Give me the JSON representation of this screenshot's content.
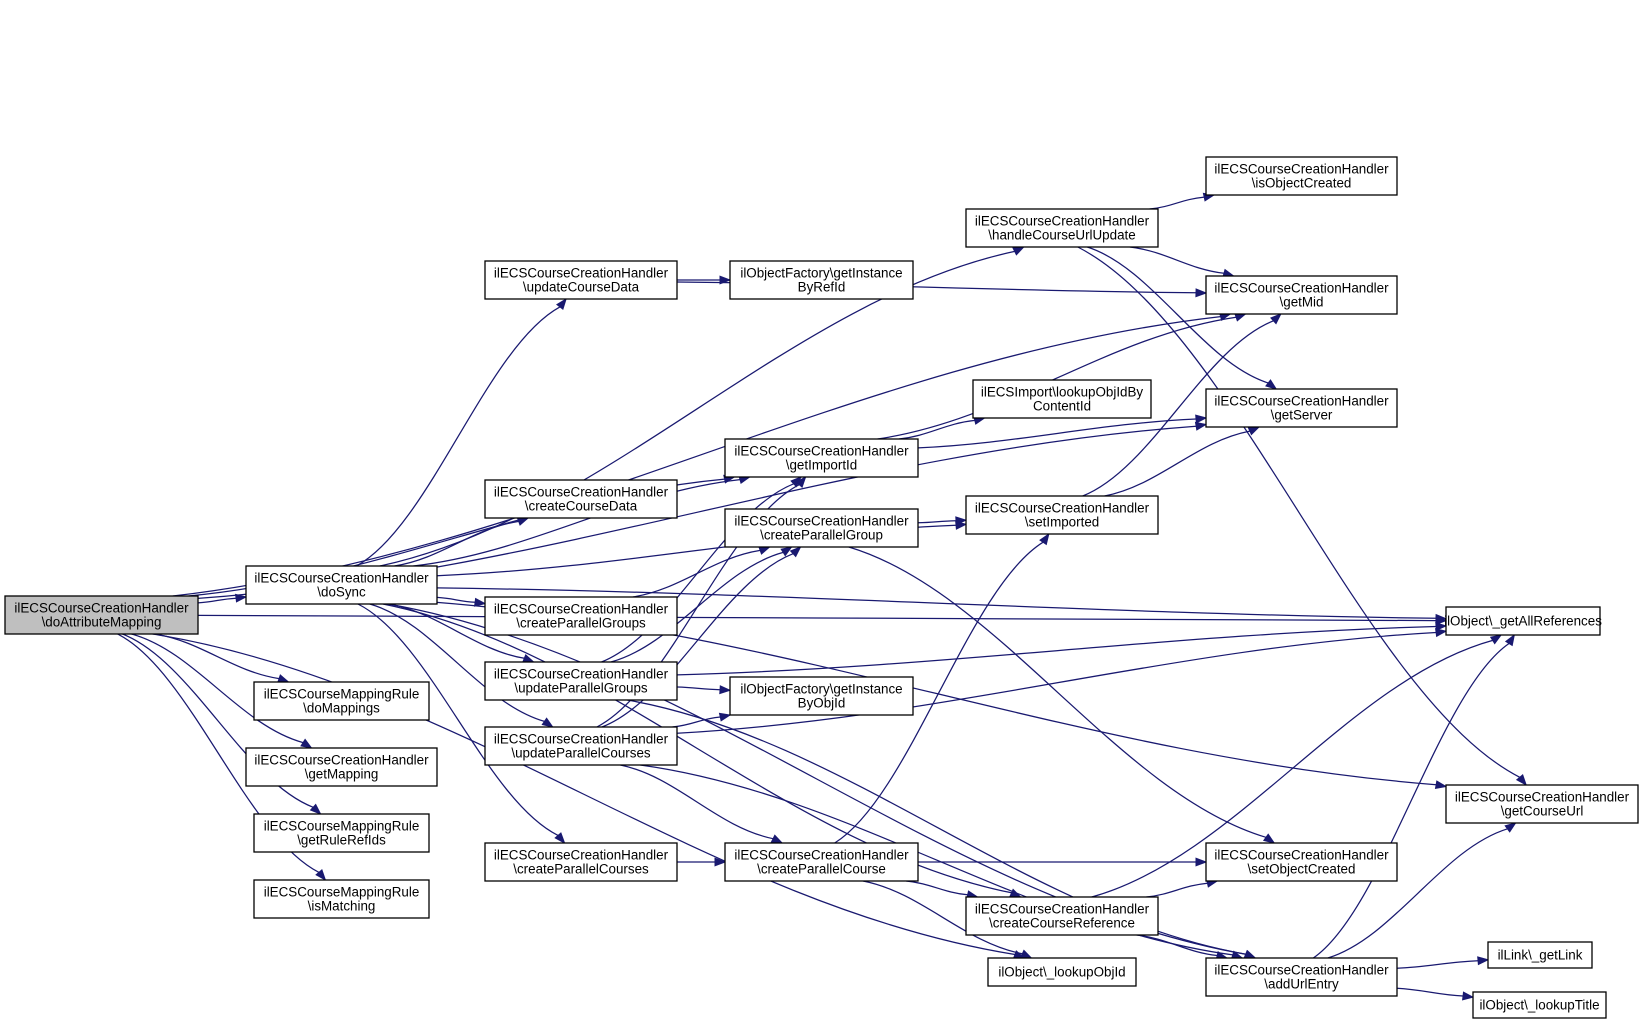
{
  "colors": {
    "edge": "#191970",
    "root_fill": "#bfbfbf",
    "node_fill": "#ffffff",
    "border": "#000000"
  },
  "nodes": [
    {
      "id": "doAttributeMapping",
      "lines": [
        "ilECSCourseCreationHandler",
        "\\doAttributeMapping"
      ],
      "root": true
    },
    {
      "id": "doSync",
      "lines": [
        "ilECSCourseCreationHandler",
        "\\doSync"
      ]
    },
    {
      "id": "doMappings",
      "lines": [
        "ilECSCourseMappingRule",
        "\\doMappings"
      ]
    },
    {
      "id": "getMapping",
      "lines": [
        "ilECSCourseCreationHandler",
        "\\getMapping"
      ]
    },
    {
      "id": "getRuleRefIds",
      "lines": [
        "ilECSCourseMappingRule",
        "\\getRuleRefIds"
      ]
    },
    {
      "id": "isMatching",
      "lines": [
        "ilECSCourseMappingRule",
        "\\isMatching"
      ]
    },
    {
      "id": "updateCourseData",
      "lines": [
        "ilECSCourseCreationHandler",
        "\\updateCourseData"
      ]
    },
    {
      "id": "createCourseData",
      "lines": [
        "ilECSCourseCreationHandler",
        "\\createCourseData"
      ]
    },
    {
      "id": "createParallelGroups",
      "lines": [
        "ilECSCourseCreationHandler",
        "\\createParallelGroups"
      ]
    },
    {
      "id": "updateParallelGroups",
      "lines": [
        "ilECSCourseCreationHandler",
        "\\updateParallelGroups"
      ]
    },
    {
      "id": "updateParallelCourses",
      "lines": [
        "ilECSCourseCreationHandler",
        "\\updateParallelCourses"
      ]
    },
    {
      "id": "createParallelCourses",
      "lines": [
        "ilECSCourseCreationHandler",
        "\\createParallelCourses"
      ]
    },
    {
      "id": "getInstanceByRefId",
      "lines": [
        "ilObjectFactory\\getInstance",
        "ByRefId"
      ]
    },
    {
      "id": "getImportId",
      "lines": [
        "ilECSCourseCreationHandler",
        "\\getImportId"
      ]
    },
    {
      "id": "createParallelGroup",
      "lines": [
        "ilECSCourseCreationHandler",
        "\\createParallelGroup"
      ]
    },
    {
      "id": "getInstanceByObjId",
      "lines": [
        "ilObjectFactory\\getInstance",
        "ByObjId"
      ]
    },
    {
      "id": "createParallelCourse",
      "lines": [
        "ilECSCourseCreationHandler",
        "\\createParallelCourse"
      ]
    },
    {
      "id": "handleCourseUrlUpdate",
      "lines": [
        "ilECSCourseCreationHandler",
        "\\handleCourseUrlUpdate"
      ]
    },
    {
      "id": "lookupObjIdByContentId",
      "lines": [
        "ilECSImport\\lookupObjIdBy",
        "ContentId"
      ]
    },
    {
      "id": "setImported",
      "lines": [
        "ilECSCourseCreationHandler",
        "\\setImported"
      ]
    },
    {
      "id": "createCourseReference",
      "lines": [
        "ilECSCourseCreationHandler",
        "\\createCourseReference"
      ]
    },
    {
      "id": "lookupObjId",
      "lines": [
        "ilObject\\_lookupObjId"
      ]
    },
    {
      "id": "isObjectCreated",
      "lines": [
        "ilECSCourseCreationHandler",
        "\\isObjectCreated"
      ]
    },
    {
      "id": "getMid",
      "lines": [
        "ilECSCourseCreationHandler",
        "\\getMid"
      ]
    },
    {
      "id": "getServer",
      "lines": [
        "ilECSCourseCreationHandler",
        "\\getServer"
      ]
    },
    {
      "id": "setObjectCreated",
      "lines": [
        "ilECSCourseCreationHandler",
        "\\setObjectCreated"
      ]
    },
    {
      "id": "addUrlEntry",
      "lines": [
        "ilECSCourseCreationHandler",
        "\\addUrlEntry"
      ]
    },
    {
      "id": "getAllReferences",
      "lines": [
        "ilObject\\_getAllReferences"
      ]
    },
    {
      "id": "getCourseUrl",
      "lines": [
        "ilECSCourseCreationHandler",
        "\\getCourseUrl"
      ]
    },
    {
      "id": "getLink",
      "lines": [
        "ilLink\\_getLink"
      ]
    },
    {
      "id": "lookupTitle",
      "lines": [
        "ilObject\\_lookupTitle"
      ]
    }
  ],
  "edges": [
    [
      "doAttributeMapping",
      "doSync"
    ],
    [
      "doAttributeMapping",
      "doMappings"
    ],
    [
      "doAttributeMapping",
      "getMapping"
    ],
    [
      "doAttributeMapping",
      "getRuleRefIds"
    ],
    [
      "doAttributeMapping",
      "isMatching"
    ],
    [
      "doAttributeMapping",
      "getImportId"
    ],
    [
      "doAttributeMapping",
      "getAllReferences"
    ],
    [
      "doAttributeMapping",
      "getMid"
    ],
    [
      "doAttributeMapping",
      "getServer"
    ],
    [
      "doAttributeMapping",
      "lookupObjId"
    ],
    [
      "doSync",
      "updateCourseData"
    ],
    [
      "doSync",
      "createCourseData"
    ],
    [
      "doSync",
      "createParallelGroups"
    ],
    [
      "doSync",
      "updateParallelGroups"
    ],
    [
      "doSync",
      "updateParallelCourses"
    ],
    [
      "doSync",
      "createParallelCourses"
    ],
    [
      "doSync",
      "getImportId"
    ],
    [
      "doSync",
      "handleCourseUrlUpdate"
    ],
    [
      "doSync",
      "setImported"
    ],
    [
      "doSync",
      "createCourseReference"
    ],
    [
      "doSync",
      "addUrlEntry"
    ],
    [
      "doSync",
      "getCourseUrl"
    ],
    [
      "doSync",
      "getAllReferences"
    ],
    [
      "updateCourseData",
      "getInstanceByRefId"
    ],
    [
      "updateCourseData",
      "getMid"
    ],
    [
      "createParallelGroups",
      "createParallelGroup"
    ],
    [
      "updateParallelGroups",
      "getImportId"
    ],
    [
      "updateParallelGroups",
      "createParallelGroup"
    ],
    [
      "updateParallelGroups",
      "getInstanceByObjId"
    ],
    [
      "updateParallelGroups",
      "getAllReferences"
    ],
    [
      "updateParallelGroups",
      "addUrlEntry"
    ],
    [
      "updateParallelCourses",
      "getImportId"
    ],
    [
      "updateParallelCourses",
      "createParallelGroup"
    ],
    [
      "updateParallelCourses",
      "getInstanceByObjId"
    ],
    [
      "updateParallelCourses",
      "getAllReferences"
    ],
    [
      "updateParallelCourses",
      "createParallelCourse"
    ],
    [
      "updateParallelCourses",
      "addUrlEntry"
    ],
    [
      "createParallelCourses",
      "createParallelCourse"
    ],
    [
      "getImportId",
      "getMid"
    ],
    [
      "getImportId",
      "lookupObjIdByContentId"
    ],
    [
      "getImportId",
      "getServer"
    ],
    [
      "createParallelGroup",
      "setImported"
    ],
    [
      "createParallelGroup",
      "setObjectCreated"
    ],
    [
      "createParallelCourse",
      "setImported"
    ],
    [
      "createParallelCourse",
      "setObjectCreated"
    ],
    [
      "createParallelCourse",
      "createCourseReference"
    ],
    [
      "createParallelCourse",
      "lookupObjId"
    ],
    [
      "handleCourseUrlUpdate",
      "isObjectCreated"
    ],
    [
      "handleCourseUrlUpdate",
      "getMid"
    ],
    [
      "handleCourseUrlUpdate",
      "getServer"
    ],
    [
      "handleCourseUrlUpdate",
      "getCourseUrl"
    ],
    [
      "setImported",
      "getMid"
    ],
    [
      "setImported",
      "getServer"
    ],
    [
      "createCourseReference",
      "setObjectCreated"
    ],
    [
      "createCourseReference",
      "addUrlEntry"
    ],
    [
      "createCourseReference",
      "getAllReferences"
    ],
    [
      "addUrlEntry",
      "getAllReferences"
    ],
    [
      "addUrlEntry",
      "getCourseUrl"
    ],
    [
      "addUrlEntry",
      "getLink"
    ],
    [
      "addUrlEntry",
      "lookupTitle"
    ]
  ]
}
